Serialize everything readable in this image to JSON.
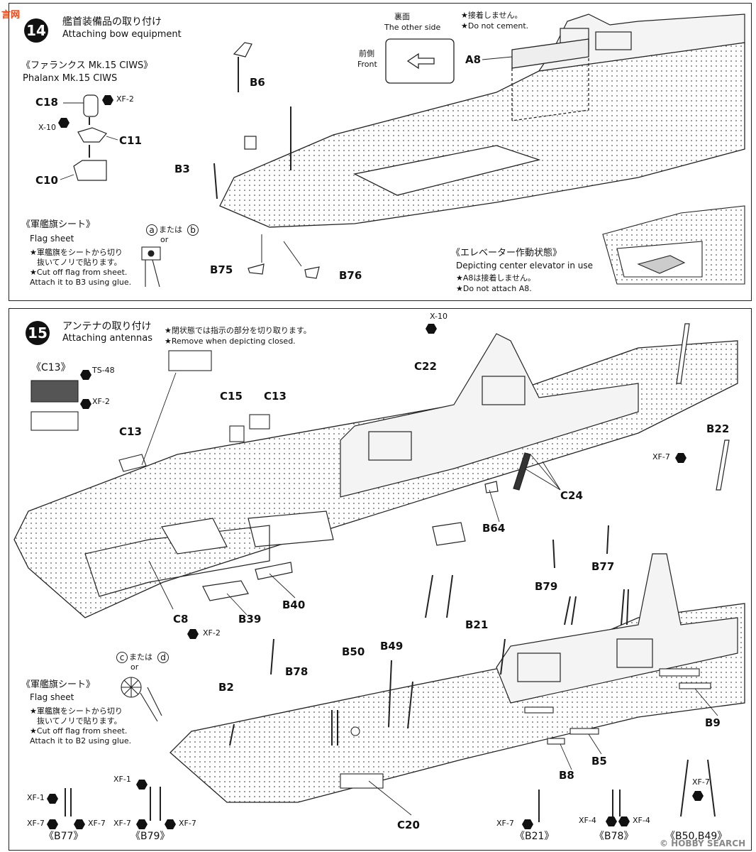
{
  "watermark": {
    "top_left": "言网",
    "bottom_right": "© HOBBY SEARCH"
  },
  "step14": {
    "number": "14",
    "title_jp": "艦首装備品の取り付け",
    "title_en": "Attaching bow equipment",
    "ciws_jp": "《ファランクス Mk.15 CIWS》",
    "ciws_en": "Phalanx Mk.15 CIWS",
    "parts": {
      "c18": "C18",
      "c11": "C11",
      "c10": "C10",
      "b6": "B6",
      "b3": "B3",
      "b75": "B75",
      "b76": "B76",
      "a8": "A8"
    },
    "colors": {
      "xf2": "XF-2",
      "x10": "X-10"
    },
    "flag_jp": "《軍艦旗シート》",
    "flag_en": "Flag sheet",
    "flag_choice_a": "a",
    "flag_choice_mid": "または",
    "flag_choice_b": "b",
    "flag_or": "or",
    "flag_note_jp1": "★軍艦旗をシートから切り",
    "flag_note_jp2": "抜いてノリで貼ります。",
    "flag_note_en1": "★Cut off flag from sheet.",
    "flag_note_en2": "Attach it to B3 using glue.",
    "other_side_jp": "裏面",
    "other_side_en": "The other side",
    "front_jp": "前側",
    "front_en": "Front",
    "no_cement_jp": "★接着しません。",
    "no_cement_en": "★Do not cement.",
    "elevator_jp": "《エレベーター作動状態》",
    "elevator_en": "Depicting center elevator in use",
    "no_a8_jp": "★A8は接着しません。",
    "no_a8_en": "★Do not attach A8."
  },
  "step15": {
    "number": "15",
    "title_jp": "アンテナの取り付け",
    "title_en": "Attaching antennas",
    "closed_jp": "★閉状態では指示の部分を切り取ります。",
    "closed_en": "★Remove when depicting closed.",
    "c13_box": "《C13》",
    "colors": {
      "ts48": "TS-48",
      "xf2": "XF-2",
      "x10": "X-10",
      "xf7": "XF-7",
      "xf1": "XF-1",
      "xf4": "XF-4"
    },
    "parts": {
      "c22": "C22",
      "c15": "C15",
      "c13a": "C13",
      "c13b": "C13",
      "b22": "B22",
      "c24": "C24",
      "b64": "B64",
      "c8": "C8",
      "b39": "B39",
      "b40": "B40",
      "b79": "B79",
      "b77": "B77",
      "b21": "B21",
      "b50": "B50",
      "b49": "B49",
      "b2": "B2",
      "b78": "B78",
      "b9": "B9",
      "b8": "B8",
      "b5": "B5",
      "c20": "C20"
    },
    "flag_jp": "《軍艦旗シート》",
    "flag_en": "Flag sheet",
    "flag_choice_c": "c",
    "flag_choice_mid": "または",
    "flag_choice_d": "d",
    "flag_or": "or",
    "flag_note_jp1": "★軍艦旗をシートから切り",
    "flag_note_jp2": "抜いてノリで貼ります。",
    "flag_note_en1": "★Cut off flag from sheet.",
    "flag_note_en2": "Attach it to B2 using glue.",
    "bottom": {
      "b77": "《B77》",
      "b79": "《B79》",
      "b21": "《B21》",
      "b78": "《B78》",
      "b50_49": "《B50,B49》"
    }
  }
}
